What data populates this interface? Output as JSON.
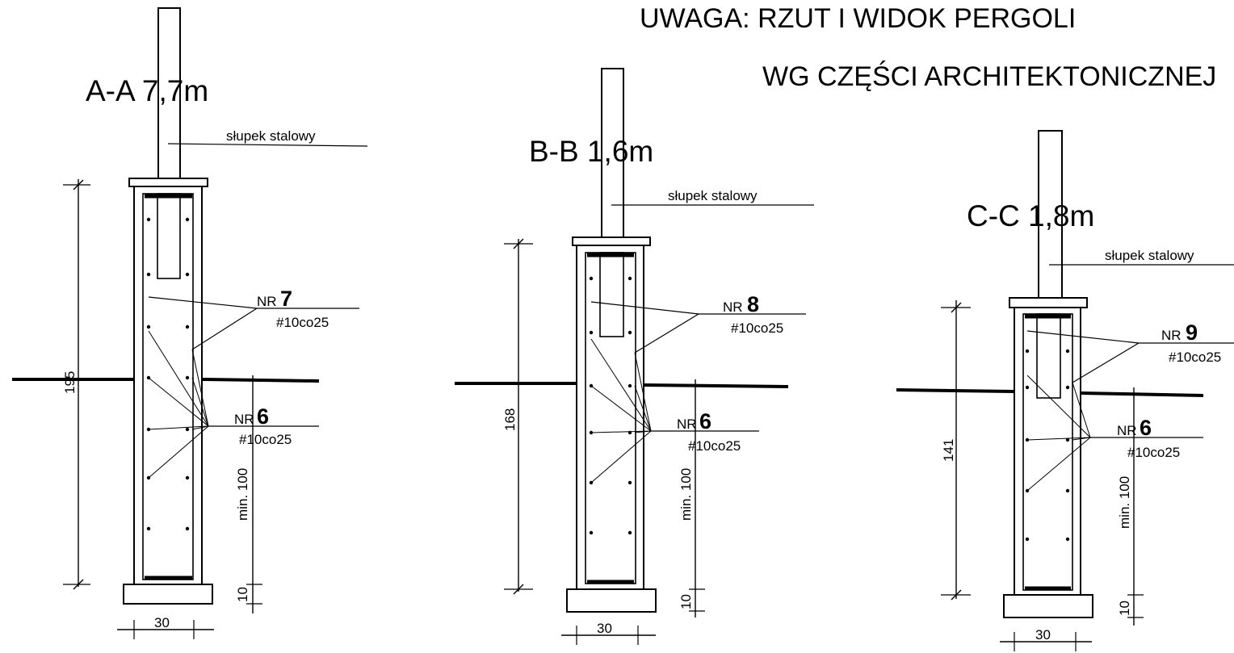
{
  "note": {
    "line1": "UWAGA: RZUT I WIDOK PERGOLI",
    "line2": "WG CZĘŚCI ARCHITEKTONICZNEJ"
  },
  "sections": [
    {
      "id": "a",
      "title": "A-A 7,7m",
      "post_label": "słupek stalowy",
      "rebar_upper_nr": "NR",
      "rebar_upper_num": "7",
      "rebar_upper_spec": "#10co25",
      "rebar_lower_nr": "NR",
      "rebar_lower_num": "6",
      "rebar_lower_spec": "#10co25",
      "height_dim": "195",
      "depth_dim": "min. 100",
      "base_dim": "10",
      "width_dim": "30"
    },
    {
      "id": "b",
      "title": "B-B 1,6m",
      "post_label": "słupek stalowy",
      "rebar_upper_nr": "NR",
      "rebar_upper_num": "8",
      "rebar_upper_spec": "#10co25",
      "rebar_lower_nr": "NR",
      "rebar_lower_num": "6",
      "rebar_lower_spec": "#10co25",
      "height_dim": "168",
      "depth_dim": "min. 100",
      "base_dim": "10",
      "width_dim": "30"
    },
    {
      "id": "c",
      "title": "C-C 1,8m",
      "post_label": "słupek stalowy",
      "rebar_upper_nr": "NR",
      "rebar_upper_num": "9",
      "rebar_upper_spec": "#10co25",
      "rebar_lower_nr": "NR",
      "rebar_lower_num": "6",
      "rebar_lower_spec": "#10co25",
      "height_dim": "141",
      "depth_dim": "min. 100",
      "base_dim": "10",
      "width_dim": "30"
    }
  ]
}
